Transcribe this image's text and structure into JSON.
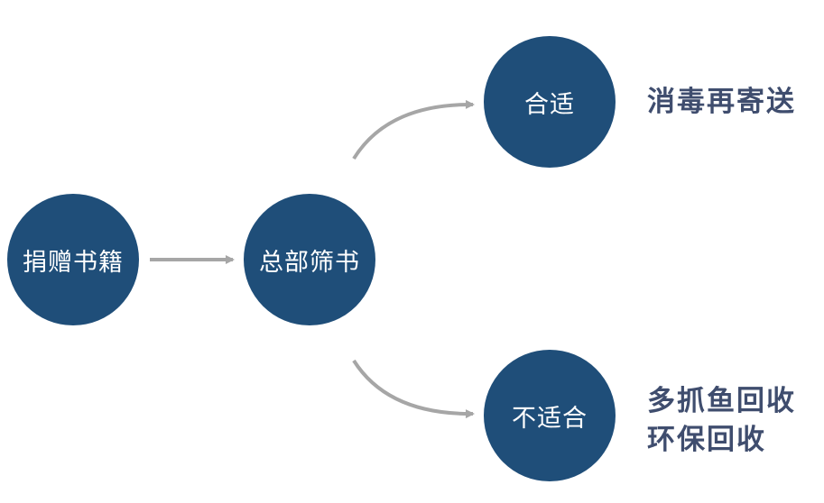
{
  "colors": {
    "node_fill": "#1f4e79",
    "node_text": "#ffffff",
    "arrow": "#a6a6a6",
    "note_text": "#3f4d6e"
  },
  "nodes": {
    "donate": "捐赠书籍",
    "screen": "总部筛书",
    "suitable": "合适",
    "unsuitable": "不适合"
  },
  "notes": {
    "suitable": "消毒再寄送",
    "unsuitable_line1": "多抓鱼回收",
    "unsuitable_line2": "环保回收"
  }
}
